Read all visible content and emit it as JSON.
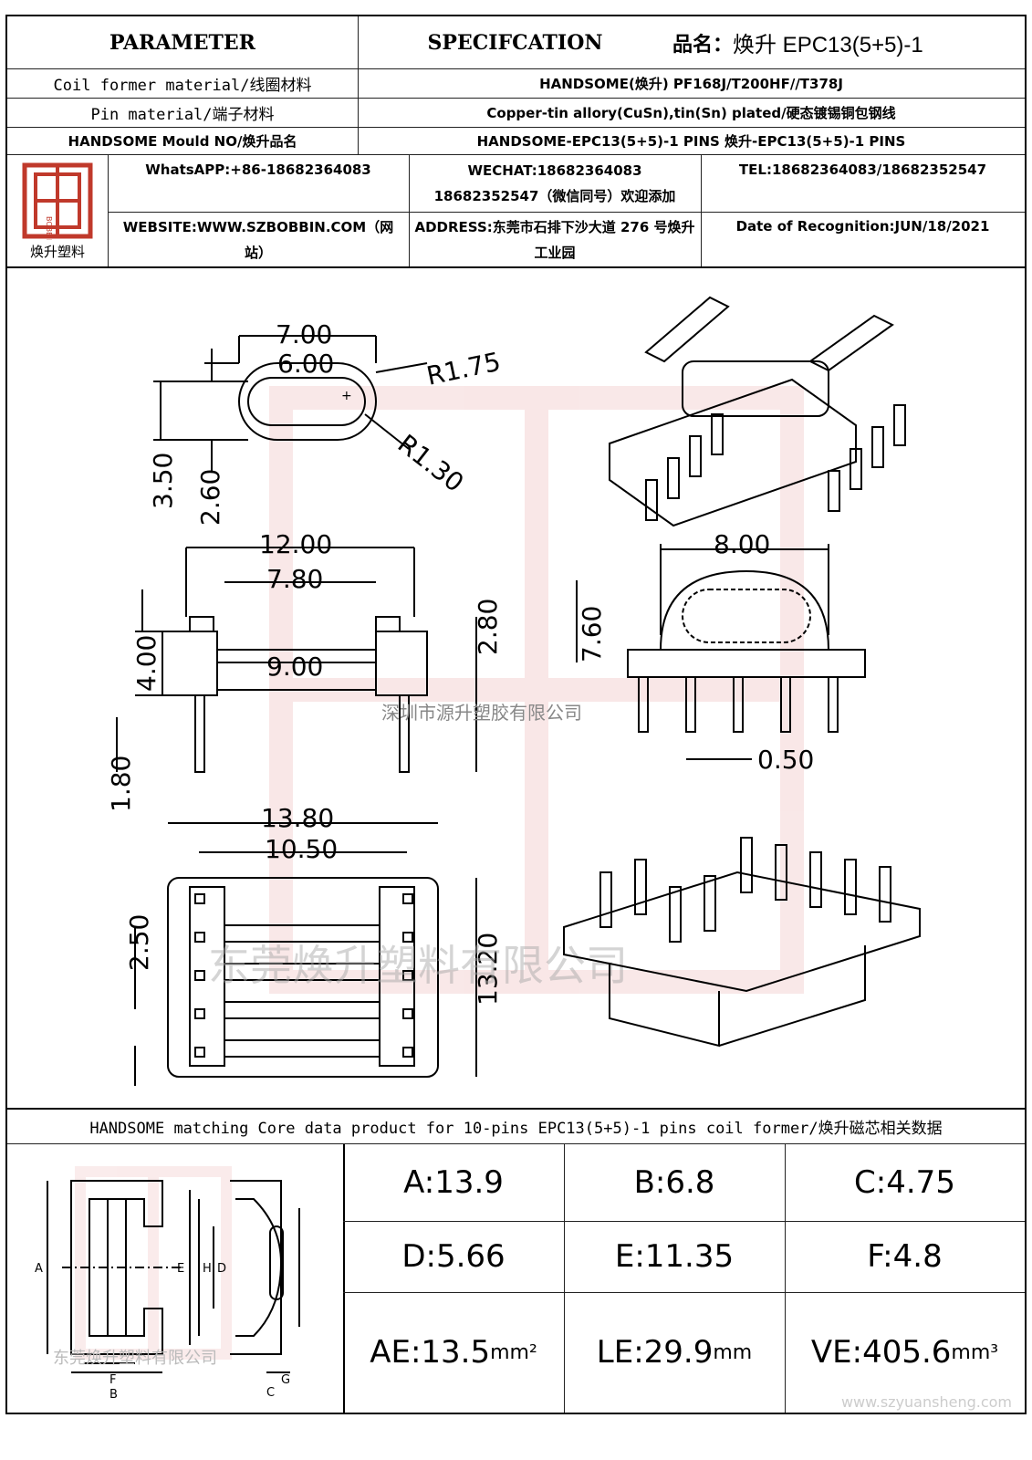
{
  "header": {
    "parameter": "PARAMETER",
    "specification": "SPECIFCATION",
    "product_name_label": "品名：",
    "product_name": "焕升 EPC13(5+5)-1"
  },
  "params": [
    {
      "label": "Coil former material/线圈材料",
      "value": "HANDSOME(焕升)   PF168J/T200HF//T378J"
    },
    {
      "label": "Pin material/端子材料",
      "value": "Copper-tin allory(CuSn),tin(Sn) plated/硬态镀锡铜包钢线"
    },
    {
      "label": "HANDSOME Mould NO/焕升品名",
      "value": "HANDSOME-EPC13(5+5)-1 PINS   焕升-EPC13(5+5)-1 PINS"
    }
  ],
  "company": {
    "logo_caption": "焕升塑料",
    "logo_text": "BOBBIN",
    "whatsapp": "WhatsAPP:+86-18682364083",
    "wechat": "WECHAT:18682364083 18682352547（微信同号）欢迎添加",
    "tel": "TEL:18682364083/18682352547",
    "website": "WEBSITE:WWW.SZBOBBIN.COM（网站）",
    "address": "ADDRESS:东莞市石排下沙大道 276 号焕升工业园",
    "date": "Date of Recognition:JUN/18/2021"
  },
  "drawing": {
    "dims": {
      "d700": "7.00",
      "d600": "6.00",
      "r175": "R1.75",
      "r130": "R1.30",
      "d350": "3.50",
      "d260": "2.60",
      "d1200": "12.00",
      "d780": "7.80",
      "d900": "9.00",
      "d400": "4.00",
      "d280": "2.80",
      "d180": "1.80",
      "d800": "8.00",
      "d760": "7.60",
      "d050": "0.50",
      "d1380": "13.80",
      "d1050": "10.50",
      "d250": "2.50",
      "d1320": "13.20"
    },
    "watermark1": "深圳市源升塑胶有限公司",
    "watermark2": "东莞焕升塑料有限公司",
    "watermark3": "东莞焕升塑料有限公司",
    "watermark_url": "www.szyuansheng.com"
  },
  "core": {
    "title": "HANDSOME matching Core data  product for 10-pins EPC13(5+5)-1 pins coil former/焕升磁芯相关数据",
    "diagram_letters": {
      "A": "A",
      "B": "B",
      "C": "C",
      "D": "D",
      "E": "E",
      "F": "F",
      "G": "G",
      "H": "H"
    },
    "values": [
      {
        "text": "A:13.9",
        "unit": ""
      },
      {
        "text": "B:6.8",
        "unit": ""
      },
      {
        "text": "C:4.75",
        "unit": ""
      },
      {
        "text": "D:5.66",
        "unit": ""
      },
      {
        "text": "E:11.35",
        "unit": ""
      },
      {
        "text": "F:4.8",
        "unit": ""
      },
      {
        "text": "AE:13.5",
        "unit": "mm²"
      },
      {
        "text": "LE:29.9",
        "unit": "mm"
      },
      {
        "text": "VE:405.6",
        "unit": "mm³"
      }
    ]
  }
}
